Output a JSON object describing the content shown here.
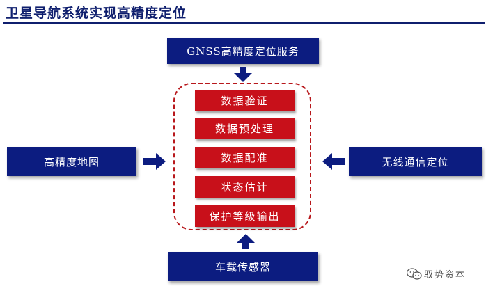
{
  "title": "卫星导航系统实现高精度定位",
  "diagram": {
    "top_box": "GNSS高精度定位服务",
    "left_box": "高精度地图",
    "right_box": "无线通信定位",
    "bottom_box": "车载传感器",
    "steps": [
      "数据验证",
      "数据预处理",
      "数据配准",
      "状态估计",
      "保护等级输出"
    ]
  },
  "watermark": {
    "text": "驭势资本",
    "icon": "wechat-icon"
  },
  "colors": {
    "navy": "#0c1c80",
    "red": "#c8101a",
    "dashed_border": "#b8181c",
    "title": "#0f1f6e"
  }
}
